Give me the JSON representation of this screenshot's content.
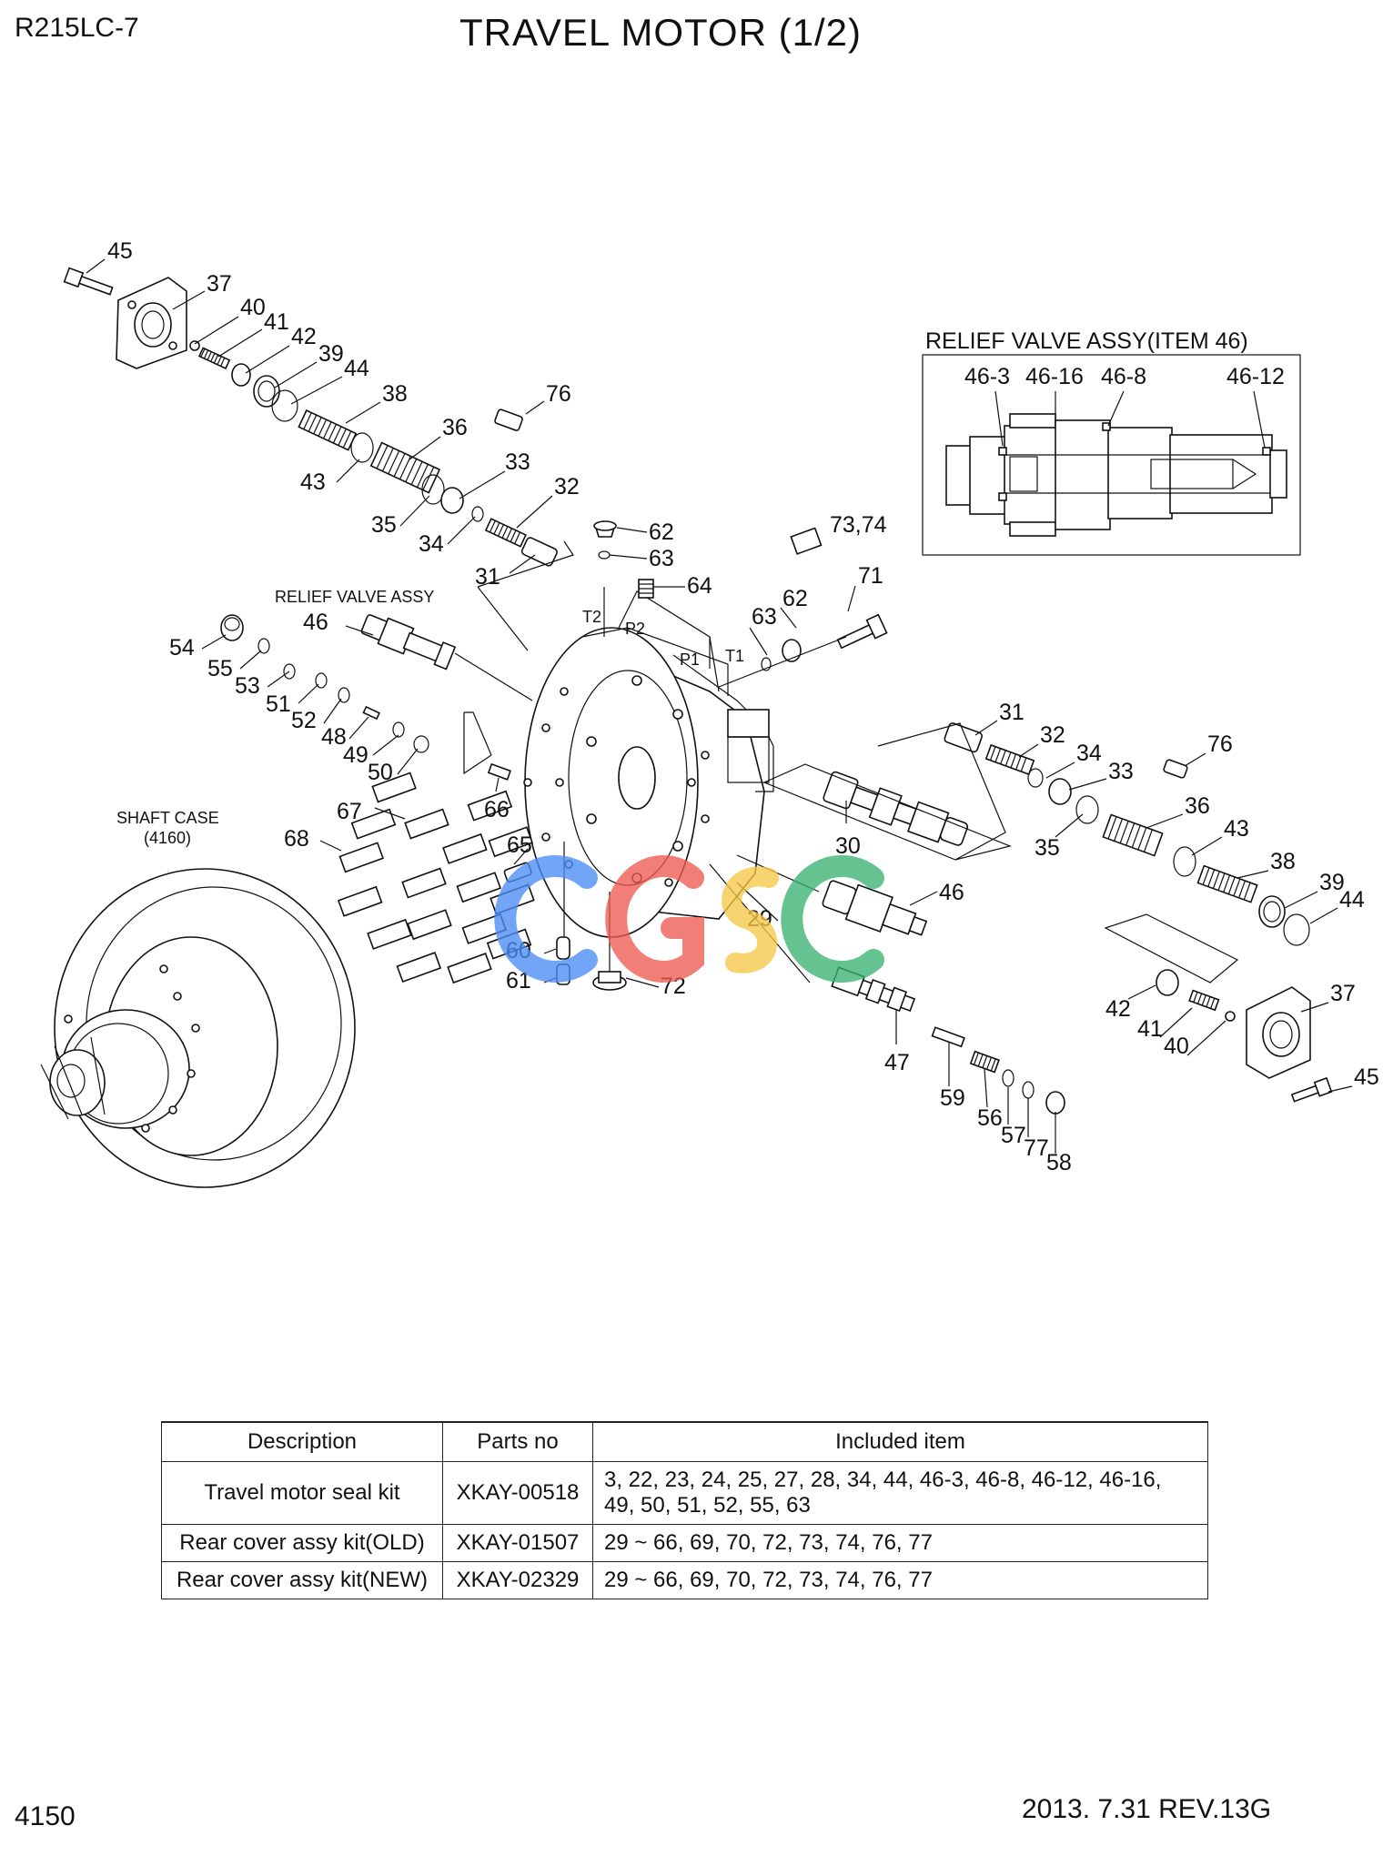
{
  "header": {
    "model": "R215LC-7",
    "title": "TRAVEL MOTOR (1/2)"
  },
  "diagram": {
    "relief_box_title": "RELIEF VALVE ASSY(ITEM 46)",
    "relief_box_callouts": [
      "46-3",
      "46-16",
      "46-8",
      "46-12"
    ],
    "relief_valve_label": "RELIEF VALVE ASSY",
    "shaft_case_label": "SHAFT CASE",
    "shaft_case_ref": "(4160)",
    "port_labels": [
      "T2",
      "P2",
      "P1",
      "T1"
    ],
    "callouts": [
      "45",
      "37",
      "40",
      "41",
      "42",
      "39",
      "44",
      "38",
      "76",
      "36",
      "43",
      "33",
      "32",
      "35",
      "34",
      "31",
      "62",
      "63",
      "64",
      "73,74",
      "71",
      "62",
      "63",
      "46",
      "54",
      "55",
      "53",
      "51",
      "52",
      "48",
      "49",
      "50",
      "66",
      "67",
      "68",
      "65",
      "60",
      "61",
      "72",
      "29",
      "30",
      "46",
      "47",
      "59",
      "56",
      "57",
      "77",
      "58",
      "31",
      "32",
      "34",
      "33",
      "76",
      "36",
      "43",
      "38",
      "39",
      "44",
      "35",
      "42",
      "41",
      "40",
      "37",
      "45"
    ]
  },
  "watermark": {
    "text": "CGSC",
    "colors": [
      "#4c8df6",
      "#ee5a52",
      "#f7c948",
      "#3bb273"
    ]
  },
  "table": {
    "headers": [
      "Description",
      "Parts no",
      "Included item"
    ],
    "rows": [
      {
        "description": "Travel motor seal kit",
        "parts_no": "XKAY-00518",
        "items_line1": "3, 22, 23, 24, 25, 27, 28, 34, 44, 46-3, 46-8, 46-12, 46-16,",
        "items_line2": "49, 50, 51, 52, 55, 63"
      },
      {
        "description": "Rear cover assy kit(OLD)",
        "parts_no": "XKAY-01507",
        "items_line1": "29 ~ 66, 69, 70, 72, 73, 74, 76, 77",
        "items_line2": ""
      },
      {
        "description": "Rear cover assy kit(NEW)",
        "parts_no": "XKAY-02329",
        "items_line1": "29 ~ 66, 69, 70, 72, 73, 74, 76, 77",
        "items_line2": ""
      }
    ]
  },
  "footer": {
    "page_number": "4150",
    "revision": "2013. 7.31 REV.13G"
  }
}
